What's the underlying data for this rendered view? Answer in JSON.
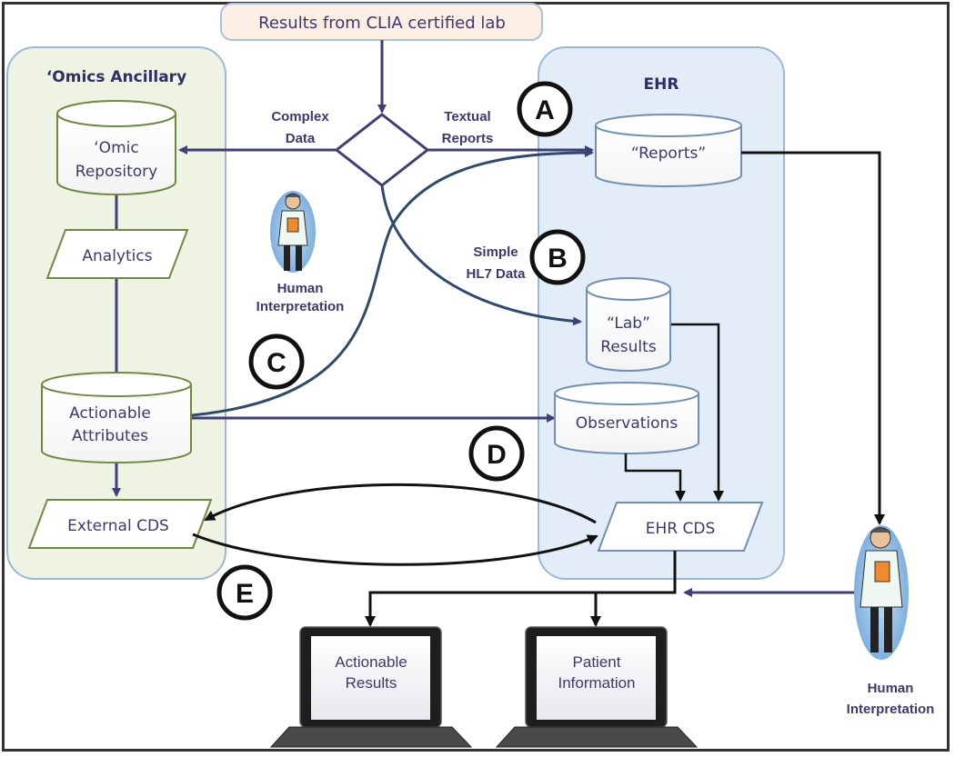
{
  "source": {
    "label": "Results from CLIA certified lab"
  },
  "panels": {
    "omics": {
      "title": "‘Omics Ancillary"
    },
    "ehr": {
      "title": "EHR"
    }
  },
  "nodes": {
    "omic_repository": [
      "‘Omic",
      "Repository"
    ],
    "analytics": "Analytics",
    "actionable_attributes": [
      "Actionable",
      "Attributes"
    ],
    "external_cds": "External CDS",
    "reports": "“Reports”",
    "lab_results": [
      "“Lab”",
      "Results"
    ],
    "observations": "Observations",
    "ehr_cds": "EHR CDS"
  },
  "edge_labels": {
    "complex_data": [
      "Complex",
      "Data"
    ],
    "textual_reports": [
      "Textual",
      "Reports"
    ],
    "simple_hl7": [
      "Simple",
      "HL7 Data"
    ]
  },
  "markers": [
    "A",
    "B",
    "C",
    "D",
    "E"
  ],
  "human_interpretation": {
    "center": [
      "Human",
      "Interpretation"
    ],
    "right": [
      "Human",
      "Interpretation"
    ]
  },
  "outputs": {
    "actionable_results": [
      "Actionable",
      "Results"
    ],
    "patient_information": [
      "Patient",
      "Information"
    ]
  }
}
